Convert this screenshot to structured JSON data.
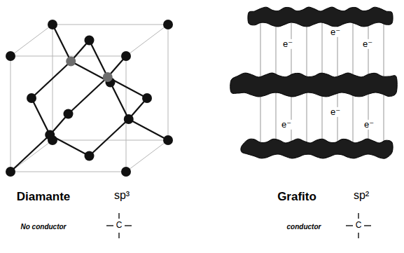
{
  "diagram": {
    "labels": [
      "Diamante",
      "sp³",
      "No conductor",
      "C",
      "Grafito",
      "sp²",
      "conductor",
      "C",
      "e⁻",
      "e⁻",
      "e⁻",
      "e⁻",
      "e⁻",
      "e⁻"
    ]
  }
}
